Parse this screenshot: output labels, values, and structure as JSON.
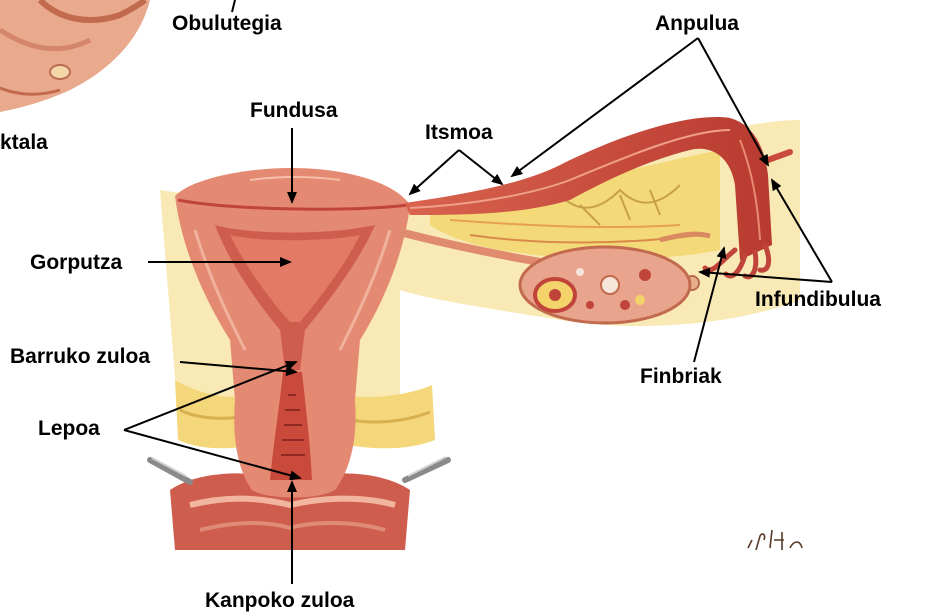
{
  "labels": {
    "obulutegia": "Obulutegia",
    "anpulua": "Anpulua",
    "ktala": "ktala",
    "fundusa": "Fundusa",
    "itsmoa": "Itsmoa",
    "gorputza": "Gorputza",
    "infundibulua": "Infundibulua",
    "barruko_zuloa": "Barruko zuloa",
    "finbriak": "Finbriak",
    "lepoa": "Lepoa",
    "kanpoko_zuloa": "Kanpoko zuloa"
  },
  "colors": {
    "muscle": "#e07a62",
    "muscle_dark": "#c0443a",
    "tube": "#c94a3a",
    "fat": "#f2d46a",
    "background_tint": "#f8e9b5",
    "ovary": "#e8a48c",
    "arrow": "#000000"
  }
}
